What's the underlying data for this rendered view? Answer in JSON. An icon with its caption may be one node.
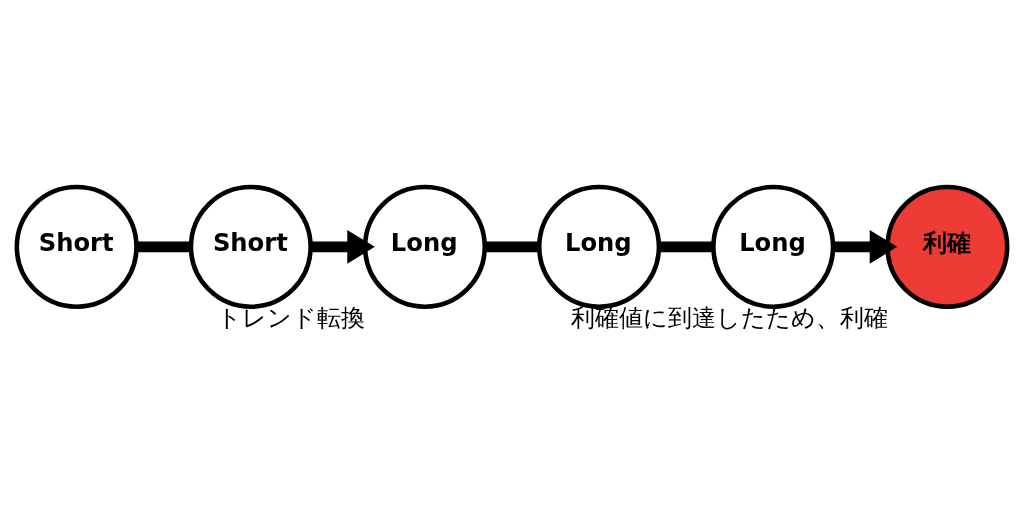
{
  "diagram": {
    "nodes": [
      {
        "text": [
          "Short"
        ]
      },
      {
        "text": [
          "Short"
        ]
      },
      {
        "text": [
          "Long"
        ],
        "beside": [
          "トレンド転換"
        ]
      },
      {
        "text": [
          "Long"
        ]
      },
      {
        "text": [
          "Long"
        ]
      },
      {
        "text": [
          "利確"
        ],
        "beside": [
          "利確値に到達したため、利確"
        ]
      }
    ],
    "edges": [
      {
        "from": 0,
        "to": 1,
        "arrow": "none"
      },
      {
        "from": 1,
        "to": 2,
        "arrow": "to"
      },
      {
        "from": 2,
        "to": 3,
        "arrow": "none"
      },
      {
        "from": 3,
        "to": 4,
        "arrow": "none"
      },
      {
        "from": 4,
        "to": 5,
        "arrow": "to"
      }
    ]
  }
}
